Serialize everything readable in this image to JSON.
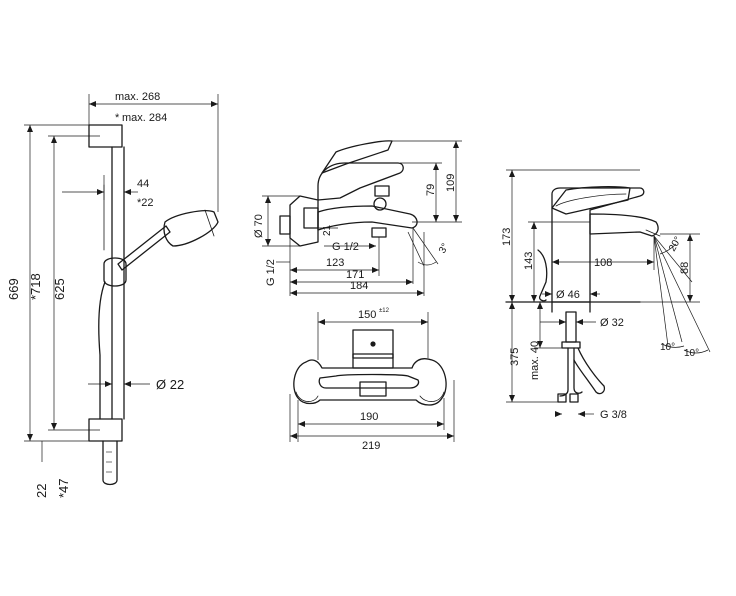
{
  "shower": {
    "max_width": "max. 268",
    "max_width_alt": "max. 284",
    "alt_prefix": "*",
    "height_total": "669",
    "height_alt": "*718",
    "rail_length": "625",
    "offset_44": "44",
    "offset_22_alt": "*22",
    "rail_diameter": "Ø 22",
    "bottom_22": "22",
    "bottom_47_alt": "*47"
  },
  "bath_side": {
    "diameter_70": "Ø 70",
    "thread_left": "G 1/2",
    "thread_inlet": "G 1/2",
    "dim_21": "21",
    "dim_79": "79",
    "dim_109": "109",
    "dim_123": "123",
    "dim_171": "171",
    "dim_184": "184",
    "angle_3": "3°"
  },
  "bath_front": {
    "dim_150": "150",
    "tolerance": "±12",
    "dim_190": "190",
    "dim_219": "219"
  },
  "basin": {
    "dim_173": "173",
    "dim_143": "143",
    "dim_108": "108",
    "dim_88": "88",
    "diameter_46": "Ø 46",
    "diameter_32": "Ø 32",
    "dim_375": "375",
    "dim_max40": "max. 40",
    "thread_bottom": "G 3/8",
    "angle_20": "20°",
    "angle_10a": "10°",
    "angle_10b": "10°"
  }
}
